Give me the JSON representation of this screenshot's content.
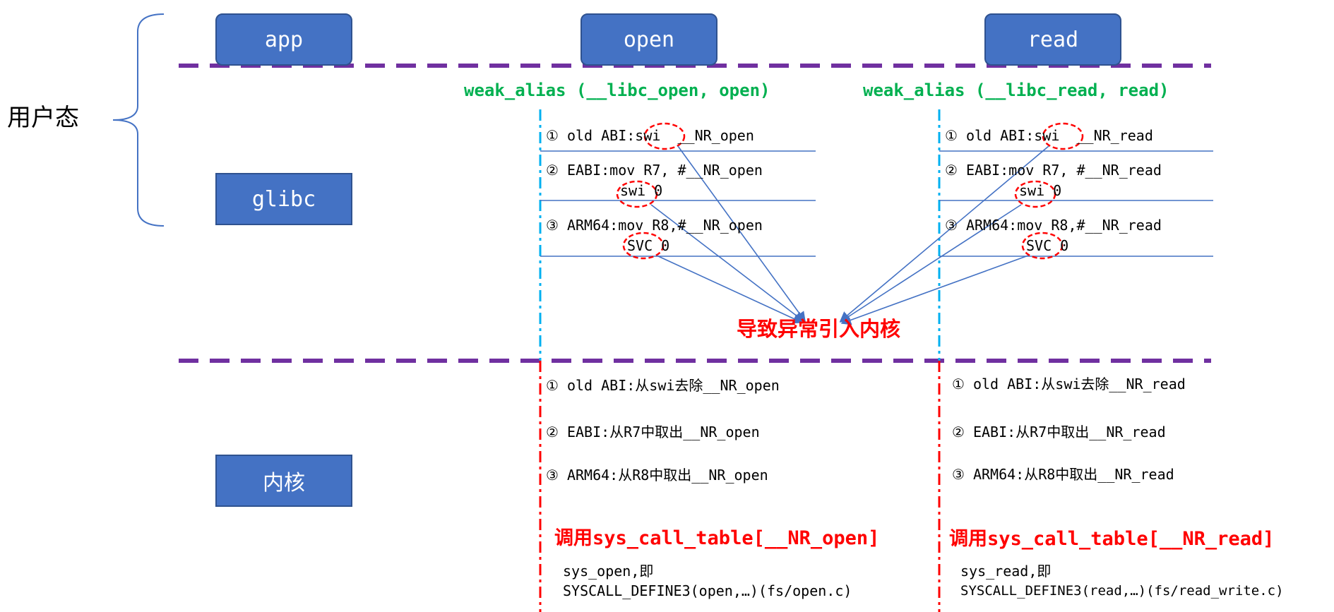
{
  "layers": {
    "user_state": "用户态"
  },
  "boxes": {
    "app": "app",
    "open": "open",
    "read": "read",
    "glibc": "glibc",
    "kernel": "内核"
  },
  "open_col": {
    "alias": "weak_alias (__libc_open, open)",
    "user": {
      "old_abi": "① old ABI:swi  __NR_open",
      "eabi_1": "② EABI:mov R7, #__NR_open",
      "eabi_2": "swi 0",
      "arm64_1": "③ ARM64:mov R8,#__NR_open",
      "arm64_2": "SVC 0"
    },
    "kernel": {
      "old_abi": "① old ABI:从swi去除__NR_open",
      "eabi": "② EABI:从R7中取出__NR_open",
      "arm64": "③ ARM64:从R8中取出__NR_open"
    },
    "call": "调用sys_call_table[__NR_open]",
    "impl_1": "sys_open,即",
    "impl_2": "SYSCALL_DEFINE3(open,…)(fs/open.c)"
  },
  "read_col": {
    "alias": "weak_alias (__libc_read, read)",
    "user": {
      "old_abi": "① old ABI:swi  __NR_read",
      "eabi_1": "② EABI:mov R7, #__NR_read",
      "eabi_2": "swi 0",
      "arm64_1": "③ ARM64:mov R8,#__NR_read",
      "arm64_2": "SVC 0"
    },
    "kernel": {
      "old_abi": "① old ABI:从swi去除__NR_read",
      "eabi": "② EABI:从R7中取出__NR_read",
      "arm64": "③ ARM64:从R8中取出__NR_read"
    },
    "call": "调用sys_call_table[__NR_read]",
    "impl_1": "sys_read,即",
    "impl_2": "SYSCALL_DEFINE3(read,…)(fs/read_write.c)"
  },
  "trap_caption": "导致异常引入内核",
  "colors": {
    "box_fill": "#4472c4",
    "boundary_dash": "#7030a0",
    "user_divider": "#00b0f0",
    "kernel_divider": "#ff0000",
    "arrow": "#4472c4",
    "alias_text": "#00b050",
    "highlight": "#ff0000"
  }
}
